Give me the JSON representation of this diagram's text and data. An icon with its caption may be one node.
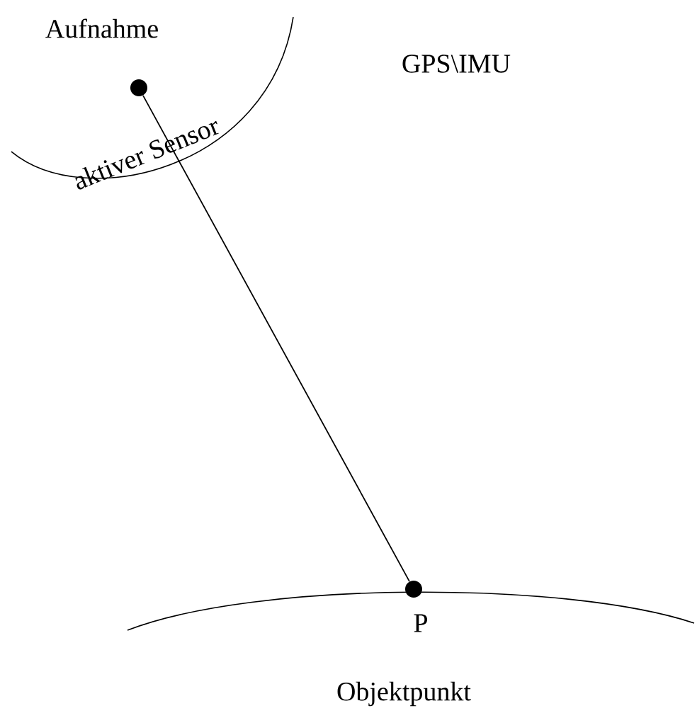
{
  "diagram": {
    "nodes": [
      {
        "text": [],
        "shape": "circle"
      },
      {
        "text": [],
        "shape": "circle",
        "beside": [
          "P"
        ]
      }
    ],
    "edges": [
      {
        "from": 0,
        "to": 1,
        "arrow": "none"
      }
    ],
    "labels": [
      "Aufnahme",
      "GPS\\IMU",
      "aktiver Sensor",
      "Objektpunkt"
    ]
  }
}
